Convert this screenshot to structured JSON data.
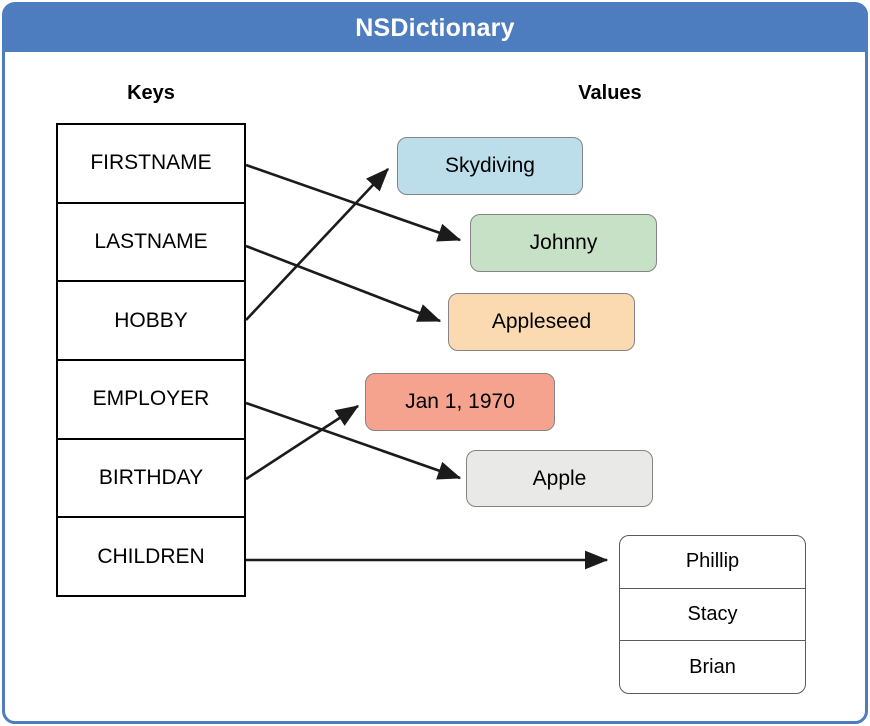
{
  "header": {
    "title": "NSDictionary"
  },
  "columns": {
    "keys_label": "Keys",
    "values_label": "Values"
  },
  "keys": [
    "FIRSTNAME",
    "LASTNAME",
    "HOBBY",
    "EMPLOYER",
    "BIRTHDAY",
    "CHILDREN"
  ],
  "values": [
    {
      "text": "Skydiving",
      "color": "#bcdeea"
    },
    {
      "text": "Johnny",
      "color": "#c6e1c5"
    },
    {
      "text": "Appleseed",
      "color": "#fbdab2"
    },
    {
      "text": "Jan 1, 1970",
      "color": "#f5a38f"
    },
    {
      "text": "Apple",
      "color": "#e9e9e7"
    }
  ],
  "children_list": [
    "Phillip",
    "Stacy",
    "Brian"
  ],
  "mappings": [
    {
      "key": "FIRSTNAME",
      "value": "Johnny"
    },
    {
      "key": "LASTNAME",
      "value": "Appleseed"
    },
    {
      "key": "HOBBY",
      "value": "Skydiving"
    },
    {
      "key": "EMPLOYER",
      "value": "Apple"
    },
    {
      "key": "BIRTHDAY",
      "value": "Jan 1, 1970"
    },
    {
      "key": "CHILDREN",
      "value": "Phillip, Stacy, Brian"
    }
  ],
  "colors": {
    "accent_blue": "#4d7dbf",
    "arrow": "#1b1b1b",
    "table_border": "#000000"
  }
}
